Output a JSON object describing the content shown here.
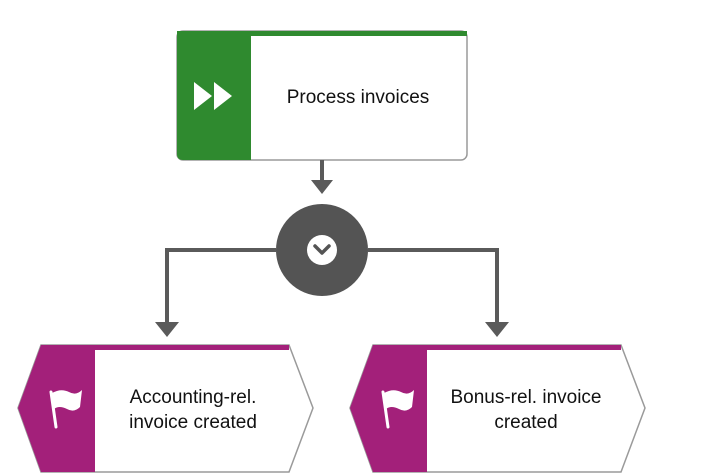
{
  "colors": {
    "function_accent": "#2f8a2f",
    "event_accent": "#a3207a",
    "operator": "#545454",
    "connector": "#5a5a5a",
    "border": "#9a9a9a"
  },
  "nodes": {
    "function": {
      "label": "Process invoices",
      "icon": "fast-forward-icon"
    },
    "operator": {
      "type": "XOR",
      "icon": "chevron-down-icon"
    },
    "event_left": {
      "line1": "Accounting-rel.",
      "line2": "invoice created",
      "icon": "flag-icon"
    },
    "event_right": {
      "line1": "Bonus-rel. invoice",
      "line2": "created",
      "icon": "flag-icon"
    }
  }
}
